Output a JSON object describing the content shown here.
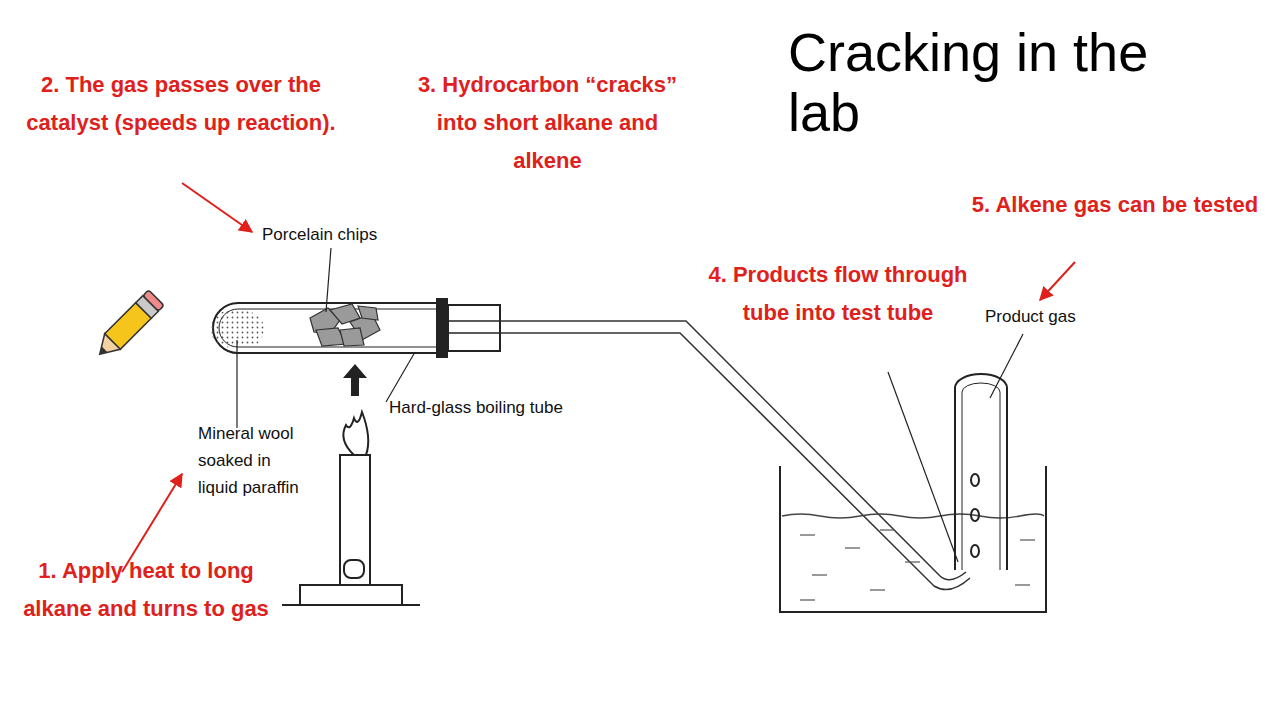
{
  "diagram": {
    "title": "Cracking in the lab",
    "labels": [
      "2. The gas passes over the catalyst (speeds up reaction).",
      "3. Hydrocarbon “cracks” into short alkane and alkene",
      "Porcelain chips",
      "5. Alkene gas can be tested",
      "4. Products flow through tube into test tube",
      "Product gas",
      "Hard-glass boiling tube",
      "Mineral wool soaked in liquid paraffin",
      "1. Apply heat to long alkane and turns to gas"
    ]
  }
}
